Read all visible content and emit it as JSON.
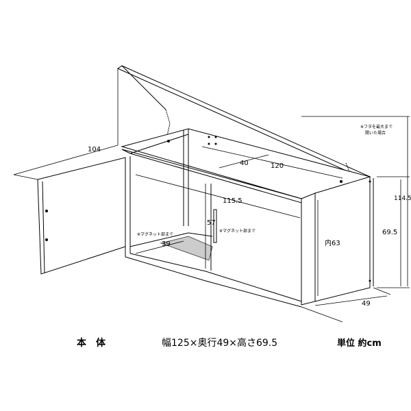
{
  "dimensions": {
    "depth_top": "104",
    "width_inner_top": "120",
    "lid_depth": "40",
    "inner_width": "115.5",
    "door_height": "57",
    "floor_depth": "39",
    "inner_height": "内63",
    "height": "69.5",
    "height_lid_open": "114.5",
    "depth": "49"
  },
  "notes": {
    "lid_open": "※フタを最大まで",
    "lid_open_2": "開いた場合",
    "magnet_1": "※マグネット部まで",
    "magnet_2": "※マグネット部まで"
  },
  "footer": {
    "title": "本　体",
    "size": "幅125×奥行49×高さ69.5",
    "unit": "単位 約cm"
  }
}
